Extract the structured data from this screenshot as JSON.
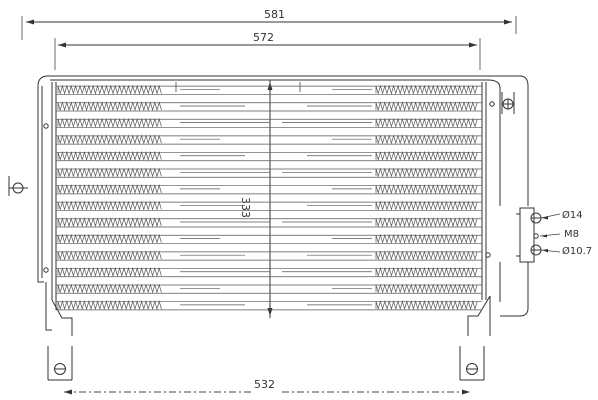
{
  "dimensions": {
    "overall_width": "581",
    "core_width": "572",
    "core_height": "333",
    "bottom_width": "532"
  },
  "fittings": {
    "upper_port": "Ø14",
    "bolt": "M8",
    "lower_port": "Ø10.7"
  },
  "colors": {
    "line": "#333333",
    "background": "#ffffff"
  },
  "icons": [
    "mounting-hole-icon",
    "fitting-symbol-icon",
    "centerline-icon"
  ]
}
